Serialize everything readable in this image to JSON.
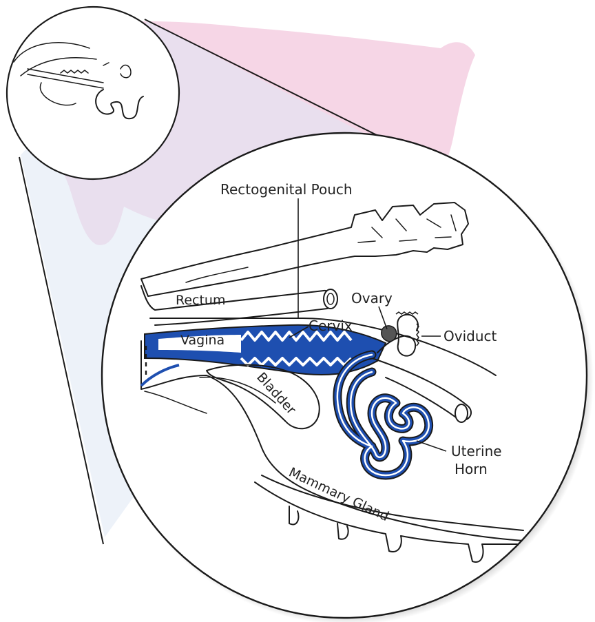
{
  "colors": {
    "background": "#ffffff",
    "pig_silhouette": "#f3c8de",
    "zoom_cone": "#dfe7f4",
    "reproductive_tract_blue": "#1e4fb0",
    "outline": "#1a1a1a"
  },
  "labels": {
    "rectogenital_pouch": "Rectogenital Pouch",
    "rectum": "Rectum",
    "ovary": "Ovary",
    "cervix": "Cervix",
    "oviduct": "Oviduct",
    "vagina": "Vagina",
    "bladder": "Bladder",
    "uterine_horn_line1": "Uterine",
    "uterine_horn_line2": "Horn",
    "mammary_gland": "Mammary Gland"
  }
}
